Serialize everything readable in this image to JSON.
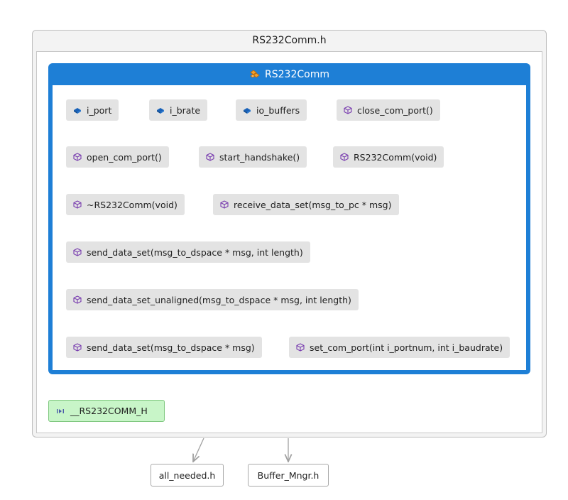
{
  "file": {
    "title": "RS232Comm.h"
  },
  "class": {
    "name": "RS232Comm",
    "members": [
      {
        "label": "i_port",
        "kind": "field"
      },
      {
        "label": "i_brate",
        "kind": "field"
      },
      {
        "label": "io_buffers",
        "kind": "field"
      },
      {
        "label": "close_com_port()",
        "kind": "method"
      },
      {
        "label": "open_com_port()",
        "kind": "method"
      },
      {
        "label": "start_handshake()",
        "kind": "method"
      },
      {
        "label": "RS232Comm(void)",
        "kind": "method"
      },
      {
        "label": "~RS232Comm(void)",
        "kind": "method"
      },
      {
        "label": "receive_data_set(msg_to_pc * msg)",
        "kind": "method"
      },
      {
        "label": "send_data_set(msg_to_dspace * msg, int length)",
        "kind": "method"
      },
      {
        "label": "send_data_set_unaligned(msg_to_dspace * msg, int length)",
        "kind": "method"
      },
      {
        "label": "send_data_set(msg_to_dspace * msg)",
        "kind": "method"
      },
      {
        "label": "set_com_port(int i_portnum, int i_baudrate)",
        "kind": "method"
      }
    ]
  },
  "macro": {
    "label": "__RS232COMM_H"
  },
  "dependencies": [
    {
      "label": "all_needed.h"
    },
    {
      "label": "Buffer_Mngr.h"
    }
  ],
  "colors": {
    "class_accent": "#1e7fd6",
    "field_icon": "#1660b8",
    "method_icon": "#7a3fb0",
    "macro_fill": "#c8f5c8",
    "edge": "#a0a0a0"
  }
}
